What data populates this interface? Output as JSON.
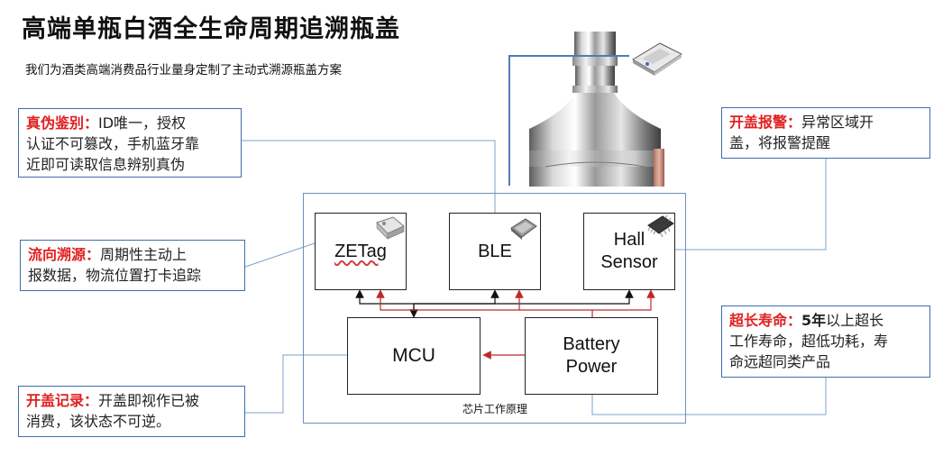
{
  "title": "高端单瓶白酒全生命周期追溯瓶盖",
  "subtitle": "我们为酒类高端消费品行业量身定制了主动式溯源瓶盖方案",
  "callouts": {
    "authenticity": {
      "heading": "真伪鉴别：",
      "line1": "ID唯一，授权",
      "line2": "认证不可篡改，手机蓝牙靠",
      "line3": "近即可读取信息辨别真伪"
    },
    "traceability": {
      "heading": "流向溯源：",
      "line1": "周期性主动上",
      "line2": "报数据，物流位置打卡追踪"
    },
    "opening_record": {
      "heading": "开盖记录：",
      "line1": "开盖即视作已被",
      "line2": "消费，该状态不可逆。"
    },
    "opening_alarm": {
      "heading": "开盖报警：",
      "line1": "异常区域开",
      "line2": "盖，将报警提醒"
    },
    "long_life": {
      "heading": "超长寿命：",
      "bold": "5年",
      "line1": "以上超长",
      "line2": "工作寿命，超低功耗，寿",
      "line3": "命远超同类产品"
    }
  },
  "diagram": {
    "zetag": "ZETag",
    "ble": "BLE",
    "hall_line1": "Hall",
    "hall_line2": "Sensor",
    "mcu": "MCU",
    "battery_line1": "Battery",
    "battery_line2": "Power",
    "caption": "芯片工作原理"
  },
  "colors": {
    "accent_red": "#e02020",
    "callout_border": "#3f6dab",
    "connector_blue": "#7aa3cf",
    "arrow_red": "#c0282a",
    "arrow_black": "#111111"
  },
  "icons": [
    "zetag-chip-icon",
    "ble-chip-icon",
    "hall-chip-icon",
    "module-chip-icon"
  ]
}
